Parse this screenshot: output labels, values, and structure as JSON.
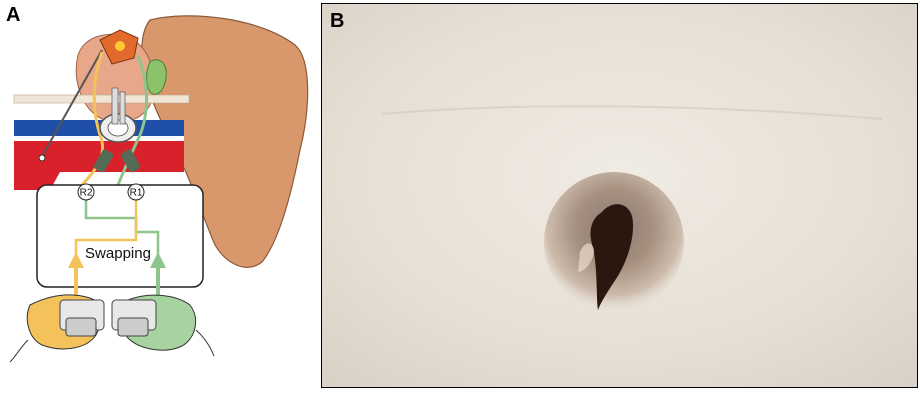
{
  "panels": {
    "a": {
      "label": "A"
    },
    "b": {
      "label": "B"
    }
  },
  "diagram": {
    "swap_box_label": "Swapping",
    "ports": [
      "R2",
      "R1"
    ]
  },
  "colors": {
    "liver": "#d9976c",
    "gallbladder": "#8cc26a",
    "artery": "#d8212b",
    "vein": "#1f4fa8",
    "yellow_line": "#f3c25a",
    "green_line": "#8dc58c",
    "skin": "#e9e3da"
  }
}
